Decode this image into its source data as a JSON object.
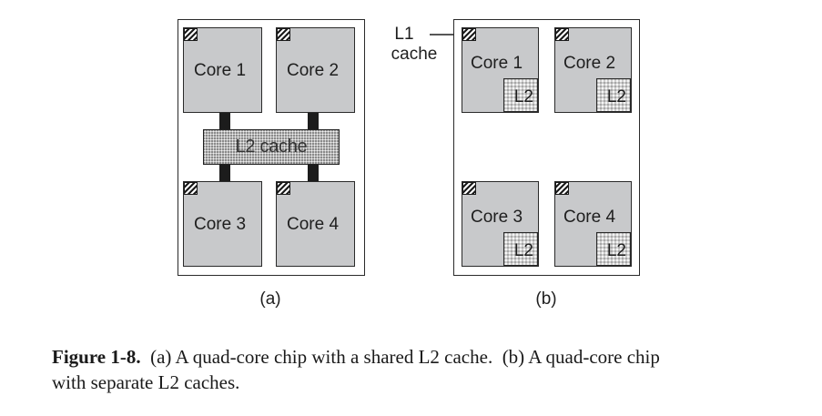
{
  "figure": {
    "panel_a": {
      "label": "(a)",
      "cores": [
        "Core 1",
        "Core 2",
        "Core 3",
        "Core 4"
      ],
      "shared_cache_label": "L2 cache"
    },
    "panel_b": {
      "label": "(b)",
      "cores": [
        "Core 1",
        "Core 2",
        "Core 3",
        "Core 4"
      ],
      "private_cache_label": "L2",
      "annotation": {
        "line1": "L1",
        "line2": "cache"
      }
    }
  },
  "caption": {
    "figure_number": "Figure 1-8.",
    "line1_text": "(a) A quad-core chip with a shared L2 cache.  (b) A quad-core chip",
    "line2_text": "with separate L2 caches."
  },
  "colors": {
    "core_fill": "#c8c9cb",
    "outline": "#2a2a2a",
    "bus": "#1c1c1c"
  }
}
